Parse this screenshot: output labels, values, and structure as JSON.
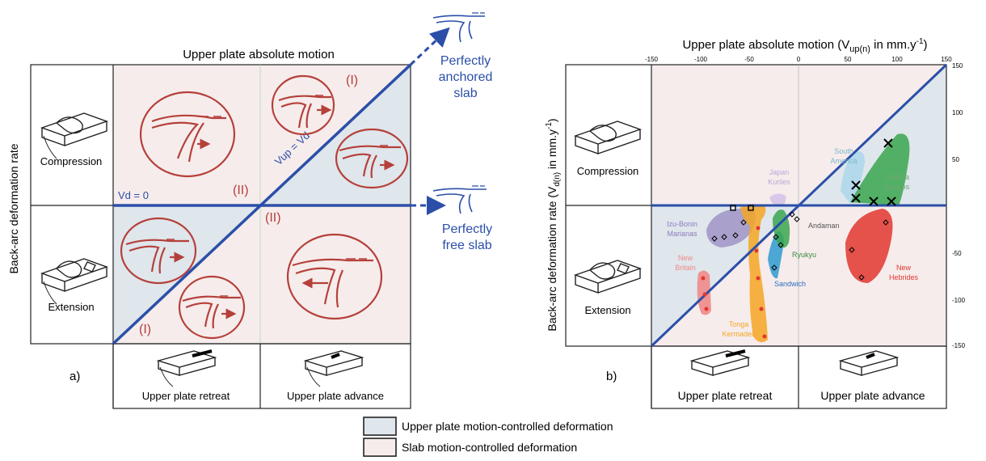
{
  "panel_a": {
    "top_title": "Upper plate absolute motion",
    "y_title": "Back-arc deformation rate",
    "row_compression": "Compression",
    "row_extension": "Extension",
    "col_retreat": "Upper plate retreat",
    "col_advance": "Upper plate advance",
    "label_vd0": "Vd = 0",
    "label_vup_vd": "Vup = Vd",
    "regime_I": "(I)",
    "regime_II": "(II)",
    "anchored_line1": "Perfectly",
    "anchored_line2": "anchored",
    "anchored_line3": "slab",
    "free_line1": "Perfectly",
    "free_line2": "free slab",
    "panel_letter": "a)"
  },
  "panel_b": {
    "top_title_main": "Upper plate absolute motion (V",
    "top_title_sub": "up(n)",
    "top_title_tail": " in mm.y",
    "top_title_sup": "-1",
    "top_title_close": ")",
    "y_title_main": "Back-arc deformation rate (V",
    "y_title_sub": "d(n)",
    "y_title_tail": " in mm.y",
    "y_title_sup": "-1",
    "y_title_close": ")",
    "row_compression": "Compression",
    "row_extension": "Extension",
    "col_retreat": "Upper plate retreat",
    "col_advance": "Upper plate advance",
    "panel_letter": "b)",
    "x_ticks": [
      "-150",
      "-100",
      "-50",
      "0",
      "50",
      "100",
      "150"
    ],
    "y_ticks": [
      "150",
      "100",
      "50",
      "-50",
      "-100",
      "-150"
    ],
    "regions": {
      "south_america_1": "South",
      "south_america_2": "America",
      "japan_1": "Japan",
      "japan_2": "Kuriles",
      "manilla_1": "Manilla",
      "manilla_2": "Negros",
      "izu_1": "Izu-Bonin",
      "izu_2": "Marianas",
      "andaman": "Andaman",
      "ryukyu": "Ryukyu",
      "sandwich": "Sandwich",
      "new_hebrides_1": "New",
      "new_hebrides_2": "Hebrides",
      "new_britain_1": "New",
      "new_britain_2": "Britain",
      "tonga_1": "Tonga",
      "tonga_2": "Kermadec"
    }
  },
  "legend": {
    "upper_plate": "Upper plate motion-controlled deformation",
    "slab": "Slab motion-controlled deformation"
  },
  "colors": {
    "blue_line": "#2b4fa8",
    "red_schematic": "#b5403a",
    "pink_fill": "#f6ecec",
    "blue_fill": "#dfe6ec",
    "orange": "#f5a623",
    "green": "#3aa64f",
    "teal": "#2f9bd0",
    "red_region": "#e2372f",
    "purple": "#9b8ec4",
    "light_blue": "#a9d6ea",
    "pink": "#f08a8a"
  }
}
